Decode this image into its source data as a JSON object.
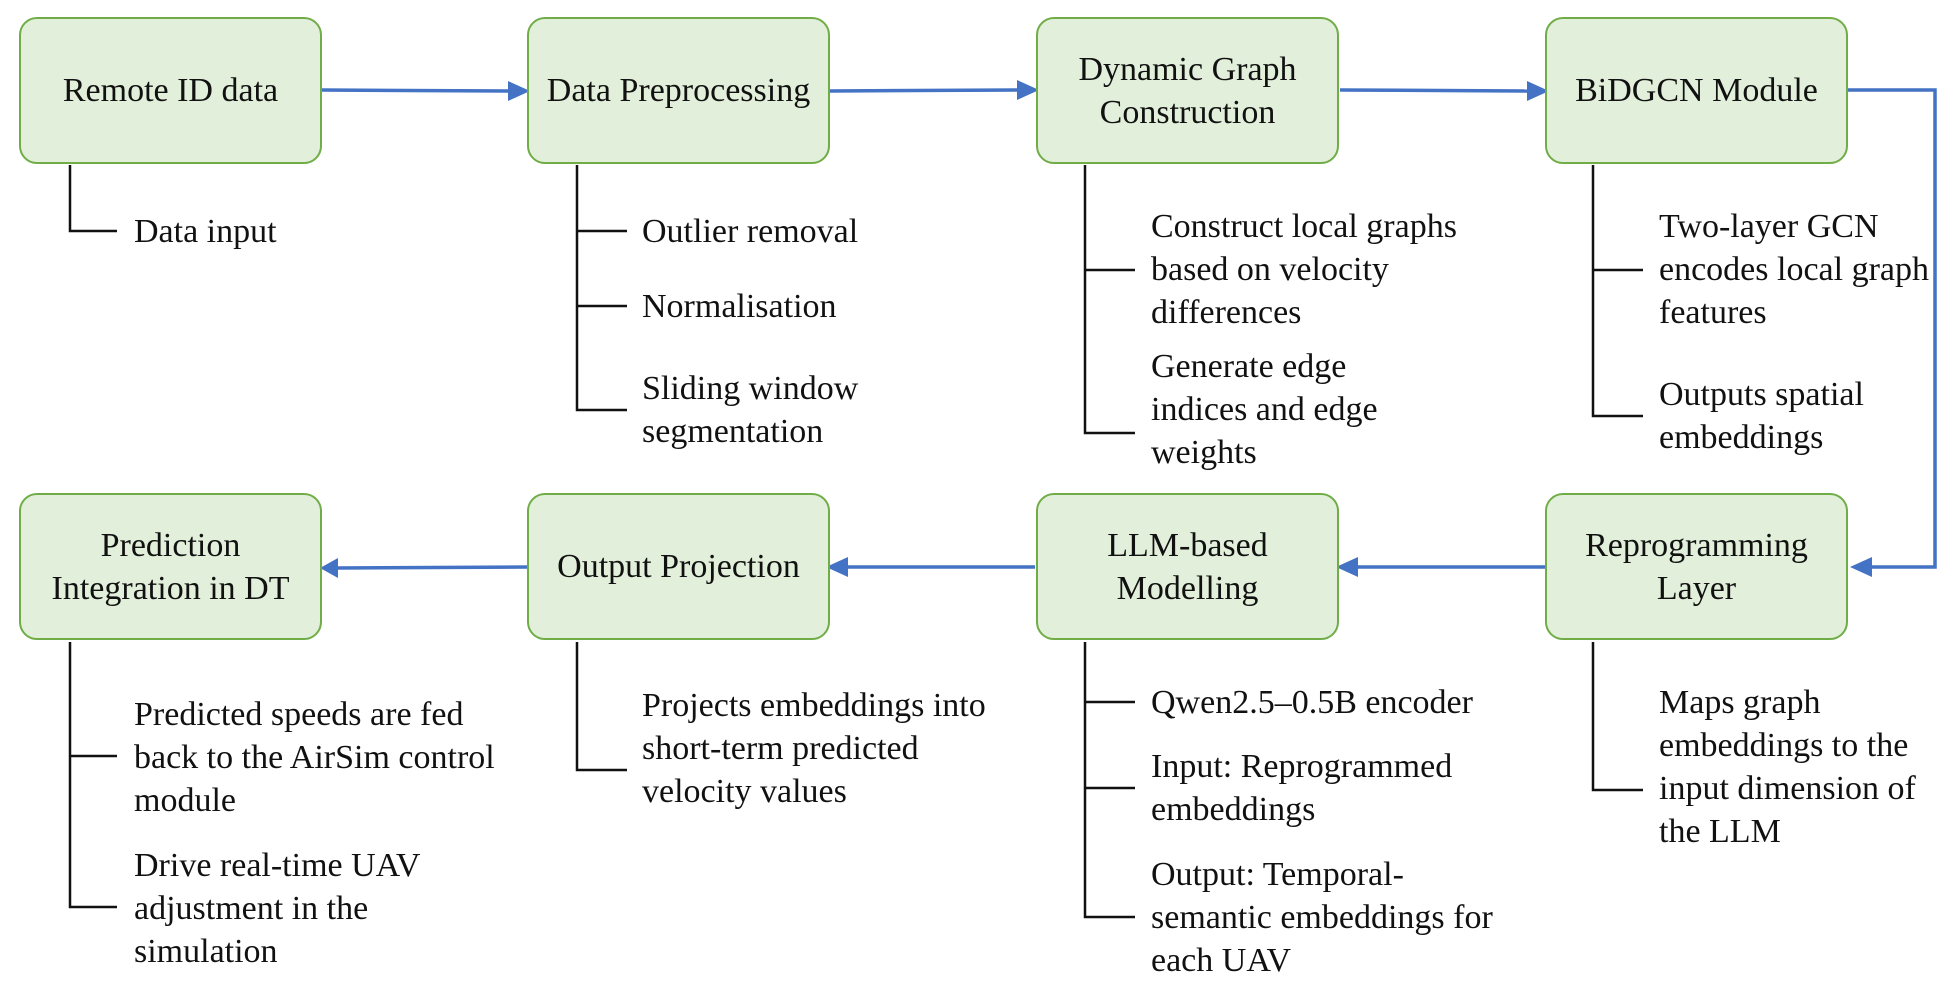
{
  "colors": {
    "box_fill": "#e2efda",
    "box_border": "#70ad47",
    "arrow": "#4472c4",
    "connector": "#111111"
  },
  "boxes": [
    {
      "id": "remote-id",
      "label": "Remote ID data"
    },
    {
      "id": "preprocess",
      "label": "Data Preprocessing"
    },
    {
      "id": "graph",
      "label": "Dynamic Graph Construction"
    },
    {
      "id": "bidgcn",
      "label": "BiDGCN Module"
    },
    {
      "id": "reprog",
      "label": "Reprogramming Layer"
    },
    {
      "id": "llm",
      "label": "LLM-based Modelling"
    },
    {
      "id": "output",
      "label": "Output Projection"
    },
    {
      "id": "predict",
      "label": "Prediction Integration in DT"
    }
  ],
  "notes": {
    "remote_id": [
      "Data input"
    ],
    "preprocess": [
      "Outlier removal",
      "Normalisation",
      "Sliding window segmentation"
    ],
    "graph": [
      "Construct local graphs based on velocity differences",
      "Generate edge indices and edge weights"
    ],
    "bidgcn": [
      "Two-layer GCN encodes local graph features",
      "Outputs spatial embeddings"
    ],
    "reprog": [
      "Maps graph embeddings to the input dimension of the LLM"
    ],
    "llm": [
      "Qwen2.5–0.5B encoder",
      "Input: Reprogrammed embeddings",
      "Output: Temporal-semantic embeddings for each UAV"
    ],
    "output": [
      "Projects embeddings into short-term predicted velocity values"
    ],
    "predict": [
      "Predicted speeds are fed back to the AirSim control module",
      "Drive real-time UAV adjustment in the simulation"
    ]
  }
}
